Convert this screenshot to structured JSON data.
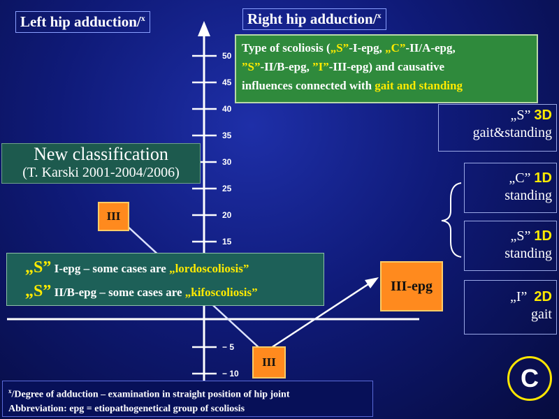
{
  "headers": {
    "left": "Left hip adduction/",
    "left_sup": "x",
    "right": "Right hip adduction/",
    "right_sup": "x"
  },
  "green_top": {
    "l1_a": "Type of scoliosis (",
    "l1_b": "„S”",
    "l1_c": "-I-epg, ",
    "l1_d": "„C”",
    "l1_e": "-II/A-epg,",
    "l2_a": "”S”",
    "l2_b": "-II/B-epg, ",
    "l2_c": "”I”",
    "l2_d": "-III-epg) and causative",
    "l3_a": "influences connected with ",
    "l3_b": "gait and standing"
  },
  "classification": {
    "title": "New classification",
    "author": "(T. Karski 2001-2004/2006)"
  },
  "green_mid": {
    "l1_q": "„S”",
    "l1_text": "  I-epg –   some cases are ",
    "l1_term": "„lordoscoliosis”",
    "l2_q": "„S”",
    "l2_text": " II/B-epg – some cases are ",
    "l2_term": "„kifoscoliosis”"
  },
  "right_boxes": [
    {
      "quote": "„S”",
      "dim": "3D",
      "sub": "gait&standing"
    },
    {
      "quote": "„C”",
      "dim": "1D",
      "sub": "standing"
    },
    {
      "quote": "„S”",
      "dim": "1D",
      "sub": "standing"
    },
    {
      "quote": "„I”",
      "dim": "2D",
      "sub": "gait"
    }
  ],
  "points": {
    "upper_left": "III",
    "bottom": "III",
    "epg": "III-epg"
  },
  "axis_ticks": [
    "50",
    "45",
    "40",
    "35",
    "30",
    "25",
    "20",
    "15",
    "− 5",
    "− 10"
  ],
  "footnote": {
    "line1_sup": "x",
    "line1": "/Degree of adduction – examination in straight position of hip joint",
    "line2": "Abbreviation: epg = etiopathogenetical group of scoliosis"
  },
  "badge": "C"
}
